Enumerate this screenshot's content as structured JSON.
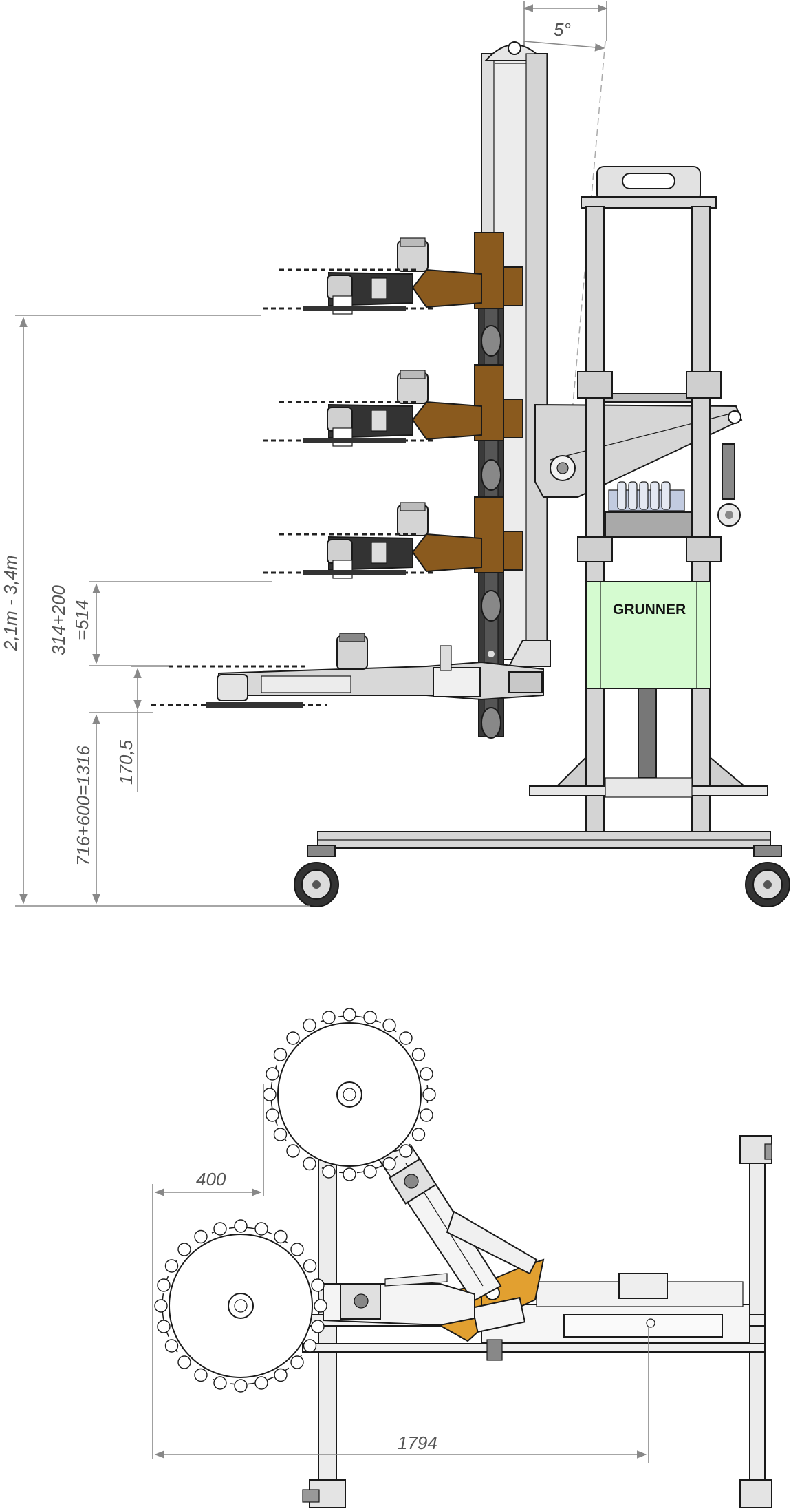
{
  "side_view": {
    "angle_label": "5°",
    "height_range_label": "2,1m - 3,4m",
    "pitch_label_line1": "314+200",
    "pitch_label_line2": "=514",
    "offset_label": "170,5",
    "base_height_label": "716+600=1316",
    "brand_label": "GRUNNER"
  },
  "top_view": {
    "width_label": "400",
    "length_label": "1794"
  },
  "colors": {
    "frame": "#d9d9d9",
    "outline": "#1a1a1a",
    "bronze": "#8a5a1e",
    "orange": "#e2a030",
    "green_panel": "#d5fbd0",
    "dimension": "#888888"
  }
}
